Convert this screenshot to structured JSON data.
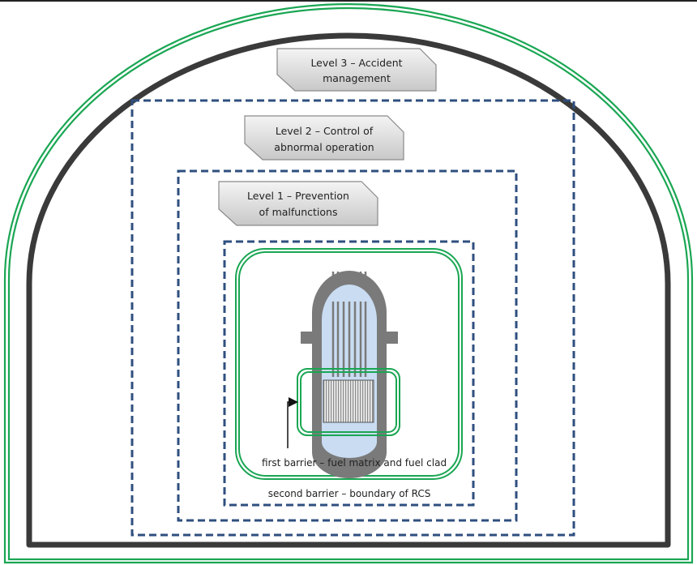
{
  "defense_levels": [
    {
      "id": "level3",
      "line1": "Level 3 – Accident",
      "line2": "management"
    },
    {
      "id": "level2",
      "line1": "Level 2 – Control of",
      "line2": "abnormal operation"
    },
    {
      "id": "level1",
      "line1": "Level 1 – Prevention",
      "line2": "of malfunctions"
    }
  ],
  "barriers": {
    "first": "first barrier – fuel matrix and fuel clad",
    "second": "second barrier – boundary of RCS"
  },
  "colors": {
    "containment_green": "#1aa653",
    "containment_dark": "#3a3a3a",
    "dashed_blue": "#2f4f7f",
    "vessel_gray": "#7a7a7a",
    "coolant_blue": "#c9dcf2",
    "label_fill": "#d9d9d9"
  }
}
